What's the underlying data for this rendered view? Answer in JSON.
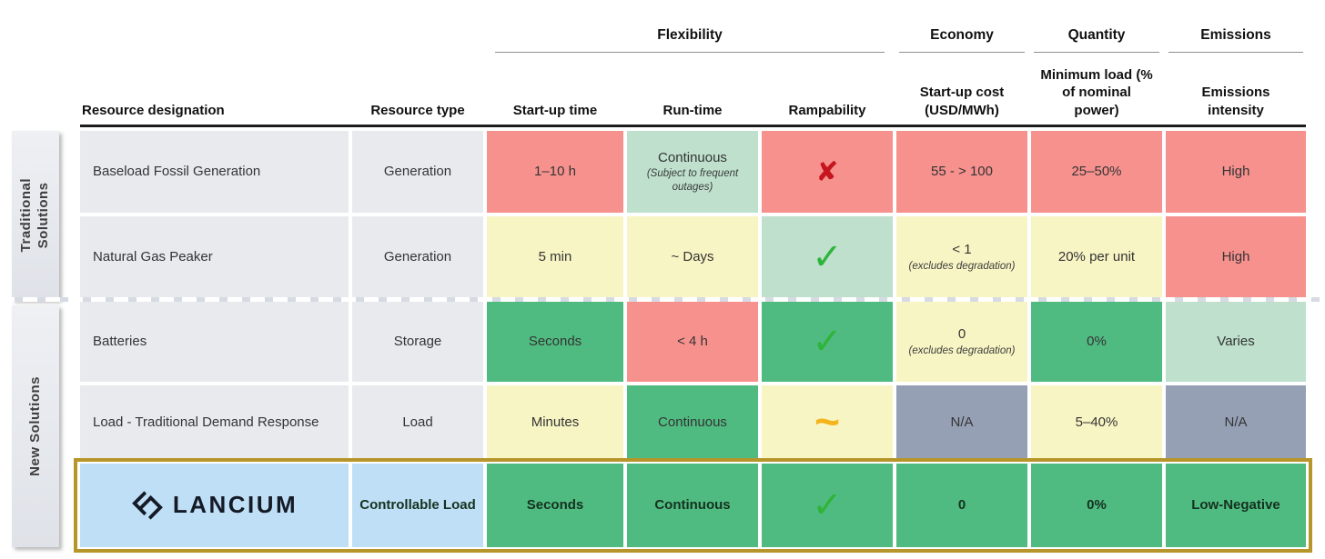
{
  "sections": [
    {
      "label": "Traditional\nSolutions"
    },
    {
      "label": "New Solutions"
    }
  ],
  "groups": [
    {
      "label": "Flexibility"
    },
    {
      "label": "Economy"
    },
    {
      "label": "Quantity"
    },
    {
      "label": "Emissions"
    }
  ],
  "columns": [
    "Resource designation",
    "Resource type",
    "Start-up time",
    "Run-time",
    "Rampability",
    "Start-up cost (USD/MWh)",
    "Minimum load (% of nominal power)",
    "Emissions intensity"
  ],
  "symbols": {
    "check": "✓",
    "cross": "✘",
    "tilde": "~"
  },
  "logo": {
    "brand": "LANCIUM"
  },
  "palette": {
    "red": "#f7918e",
    "mint": "#bee0cd",
    "yellow": "#f8f5c4",
    "green": "#50bb81",
    "slate": "#96a0b5",
    "gray": "#e8eaee",
    "blue": "#bfdff6",
    "gold_border": "#b6952b",
    "check_green": "#2fb43b",
    "cross_red": "#c5161d",
    "tilde_orange": "#f5b41c"
  },
  "chart_data": {
    "type": "table",
    "title": "Resource comparison: Traditional vs New Solutions",
    "rows": [
      {
        "section": "Traditional Solutions",
        "cells": [
          {
            "text": "Baseload Fossil Generation",
            "color": "gray"
          },
          {
            "text": "Generation",
            "color": "gray"
          },
          {
            "text": "1–10 h",
            "color": "red"
          },
          {
            "text": "Continuous",
            "sub": "(Subject to frequent outages)",
            "color": "mint"
          },
          {
            "symbol": "cross",
            "color": "red"
          },
          {
            "text": "55 - > 100",
            "color": "red"
          },
          {
            "text": "25–50%",
            "color": "red"
          },
          {
            "text": "High",
            "color": "red"
          }
        ]
      },
      {
        "section": "Traditional Solutions",
        "cells": [
          {
            "text": "Natural Gas Peaker",
            "color": "gray"
          },
          {
            "text": "Generation",
            "color": "gray"
          },
          {
            "text": "5 min",
            "color": "yellow"
          },
          {
            "text": "~ Days",
            "color": "yellow"
          },
          {
            "symbol": "check",
            "color": "mint"
          },
          {
            "text": "< 1",
            "sub": "(excludes degradation)",
            "color": "yellow"
          },
          {
            "text": "20% per unit",
            "color": "yellow"
          },
          {
            "text": "High",
            "color": "red"
          }
        ]
      },
      {
        "section": "New Solutions",
        "cells": [
          {
            "text": "Batteries",
            "color": "gray"
          },
          {
            "text": "Storage",
            "color": "gray"
          },
          {
            "text": "Seconds",
            "color": "green"
          },
          {
            "text": "< 4 h",
            "color": "red"
          },
          {
            "symbol": "check",
            "color": "green"
          },
          {
            "text": "0",
            "sub": "(excludes degradation)",
            "color": "yellow"
          },
          {
            "text": "0%",
            "color": "green"
          },
          {
            "text": "Varies",
            "color": "mint"
          }
        ]
      },
      {
        "section": "New Solutions",
        "cells": [
          {
            "text": "Load - Traditional Demand Response",
            "color": "gray"
          },
          {
            "text": "Load",
            "color": "gray"
          },
          {
            "text": "Minutes",
            "color": "yellow"
          },
          {
            "text": "Continuous",
            "color": "green"
          },
          {
            "symbol": "tilde",
            "color": "yellow"
          },
          {
            "text": "N/A",
            "color": "slate"
          },
          {
            "text": "5–40%",
            "color": "yellow"
          },
          {
            "text": "N/A",
            "color": "slate"
          }
        ]
      },
      {
        "section": "New Solutions",
        "highlight": true,
        "cells": [
          {
            "logo": true,
            "color": "blue"
          },
          {
            "text": "Controllable Load",
            "color": "blue"
          },
          {
            "text": "Seconds",
            "color": "green"
          },
          {
            "text": "Continuous",
            "color": "green"
          },
          {
            "symbol": "check",
            "color": "green"
          },
          {
            "text": "0",
            "color": "green"
          },
          {
            "text": "0%",
            "color": "green"
          },
          {
            "text": "Low-Negative",
            "color": "green"
          }
        ]
      }
    ]
  }
}
